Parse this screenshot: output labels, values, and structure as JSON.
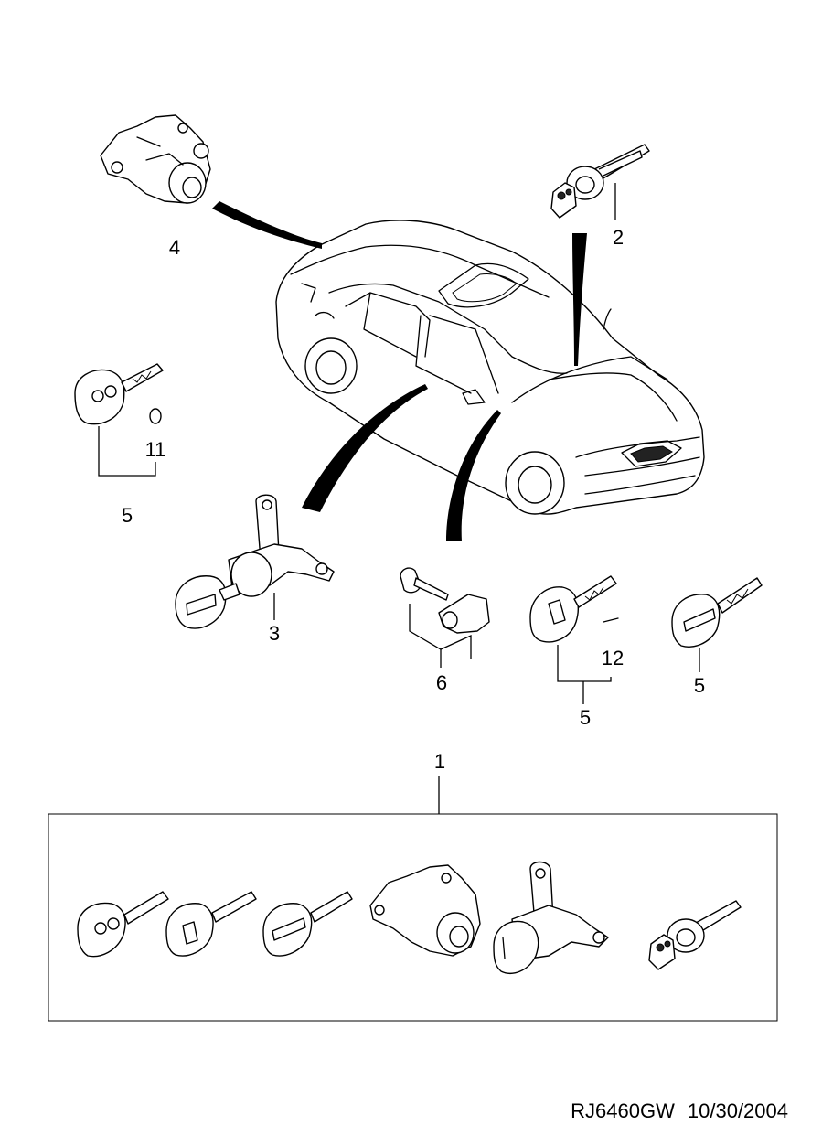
{
  "callouts": [
    "4",
    "2",
    "11",
    "5",
    "3",
    "6",
    "12",
    "5",
    "5",
    "1"
  ],
  "footer": {
    "drawing_code": "RJ6460GW",
    "date": "10/30/2004"
  }
}
